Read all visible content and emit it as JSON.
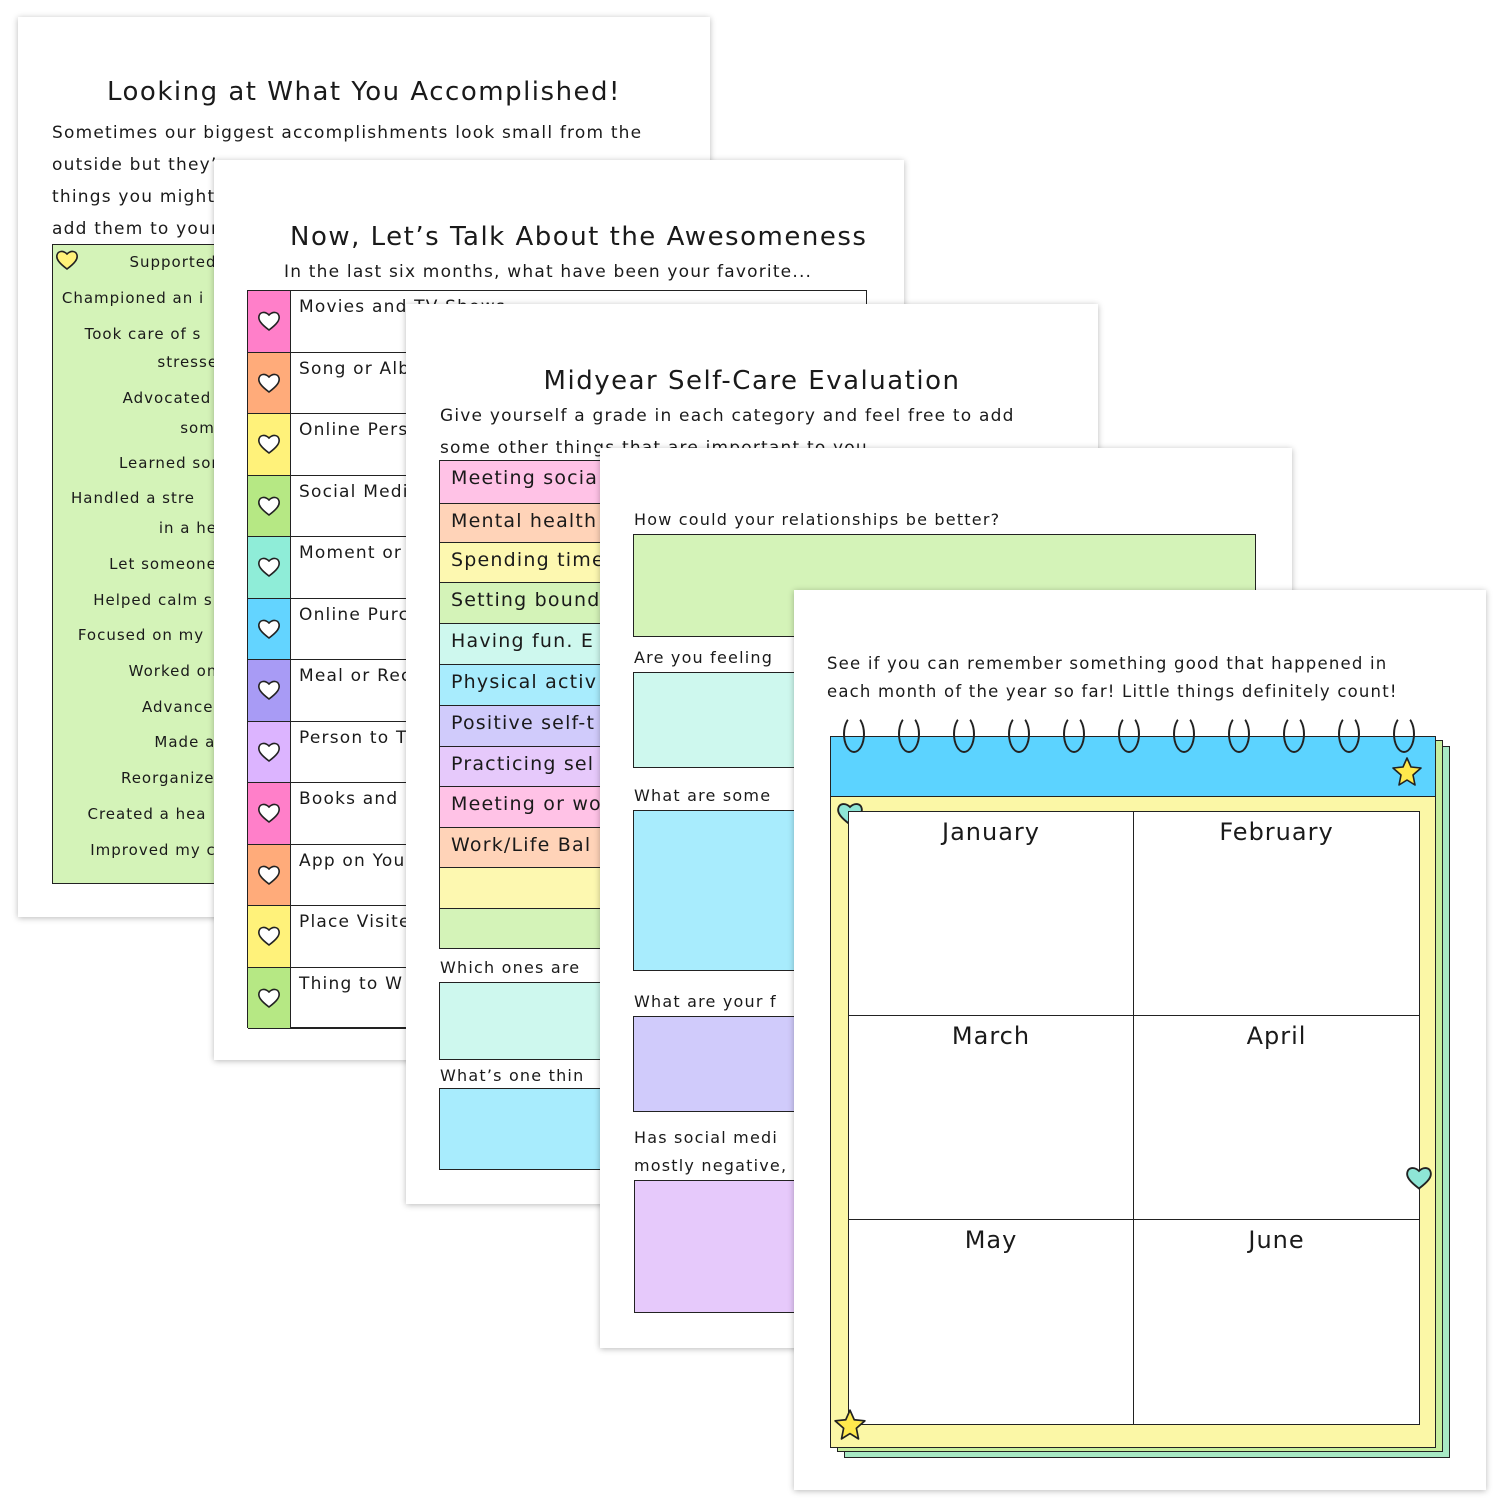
{
  "sheet1": {
    "title": "Looking at What You Accomplished!",
    "intro_lines": [
      "Sometimes our biggest accomplishments look small from the",
      "outside but they’",
      "things you might",
      "add them to your"
    ],
    "items": [
      "Supported",
      "Championed an i",
      "Took care of s",
      "stressed",
      "Advocated f",
      "someon",
      "Learned som",
      "Handled a stre",
      "in a hea",
      "Let someone",
      "Helped calm s",
      "Focused on my",
      "Worked on",
      "Advanced",
      "Made a d",
      "Reorganized",
      "Created a hea",
      "Improved my c"
    ]
  },
  "sheet2": {
    "title": "Now, Let’s Talk About the Awesomeness",
    "intro": "In the last six months, what have been your favorite...",
    "rows": [
      {
        "label": "Movies and TV Shows",
        "color": "#ff7fc9"
      },
      {
        "label": "Song or Alb",
        "color": "#ffab7a"
      },
      {
        "label": "Online Pers",
        "color": "#fff27a"
      },
      {
        "label": "Social Medi",
        "color": "#b6e884"
      },
      {
        "label": "Moment or",
        "color": "#8fedd8"
      },
      {
        "label": "Online Purc",
        "color": "#63d4ff"
      },
      {
        "label": "Meal or Rec",
        "color": "#a89bf5"
      },
      {
        "label": "Person to T",
        "color": "#dcb4ff"
      },
      {
        "label": "Books and",
        "color": "#ff7fc9"
      },
      {
        "label": "App on You",
        "color": "#ffab7a"
      },
      {
        "label": "Place Visite",
        "color": "#fff27a"
      },
      {
        "label": "Thing to W",
        "color": "#b6e884"
      }
    ]
  },
  "sheet3": {
    "title": "Midyear Self-Care Evaluation",
    "intro_lines": [
      "Give yourself a grade in each category and feel free to add",
      "some other things that are important to you"
    ],
    "categories": [
      {
        "label": "Meeting socia",
        "color": "#ffc2e6"
      },
      {
        "label": "Mental health",
        "color": "#ffd3b8"
      },
      {
        "label": "Spending time",
        "color": "#fdf8b0"
      },
      {
        "label": "Setting bound",
        "color": "#d4f3b8"
      },
      {
        "label": "Having fun. E",
        "color": "#cef8ee"
      },
      {
        "label": "Physical activ",
        "color": "#a8ecfd"
      },
      {
        "label": "Positive self-t",
        "color": "#d0cbfb"
      },
      {
        "label": "Practicing sel",
        "color": "#e6c9fb"
      },
      {
        "label": "Meeting or wo",
        "color": "#ffc2e6"
      },
      {
        "label": "Work/Life Bal",
        "color": "#ffd3b8"
      },
      {
        "label": "",
        "color": "#fdf8b0"
      },
      {
        "label": "",
        "color": "#d4f3b8"
      }
    ],
    "question1": "Which ones are",
    "question2": "What’s one thin"
  },
  "sheet4": {
    "questions": [
      "How could your relationships be better?",
      "Are you feeling",
      "What are some",
      "What are your f",
      "Has social medi",
      "mostly negative,"
    ],
    "box_colors": [
      "#d4f3b8",
      "#cef8ee",
      "#a8ecfd",
      "#d0cbfb",
      "#e6c9fb"
    ]
  },
  "sheet5": {
    "intro_lines": [
      "See if you can remember something good that happened in",
      "each month of the year so far! Little things definitely count!"
    ],
    "months": [
      "January",
      "February",
      "March",
      "April",
      "May",
      "June"
    ],
    "colors": {
      "top": "#5cd3ff",
      "page": "#fbf7a6",
      "star": "#ffe94d",
      "heart": "#8ee6d6"
    }
  }
}
